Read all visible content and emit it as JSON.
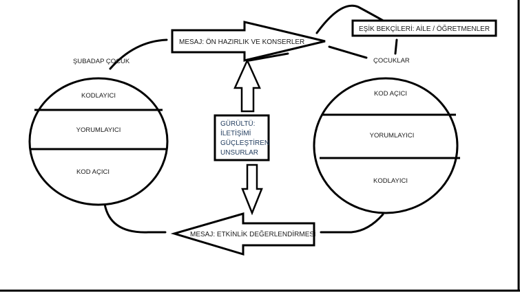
{
  "diagram": {
    "type": "communication-model",
    "sender": {
      "label": "ŞUBADAP ÇOCUK",
      "layers": [
        "KODLAYICI",
        "YORUMLAYICI",
        "KOD AÇICI"
      ]
    },
    "receiver": {
      "label": "ÇOCUKLAR",
      "layers": [
        "KOD AÇICI",
        "YORUMLAYICI",
        "KODLAYICI"
      ]
    },
    "message_forward": "MESAJ: ÖN HAZIRLIK VE KONSERLER",
    "message_feedback": "MESAJ: ETKİNLİK DEĞERLENDİRMESİ",
    "gatekeepers": "EŞİK BEKÇİLERİ: AİLE / ÖĞRETMENLER",
    "noise": {
      "lines": [
        "GÜRÜLTÜ:",
        "İLETİŞİMİ",
        "GÜÇLEŞTİREN",
        "UNSURLAR"
      ]
    }
  }
}
